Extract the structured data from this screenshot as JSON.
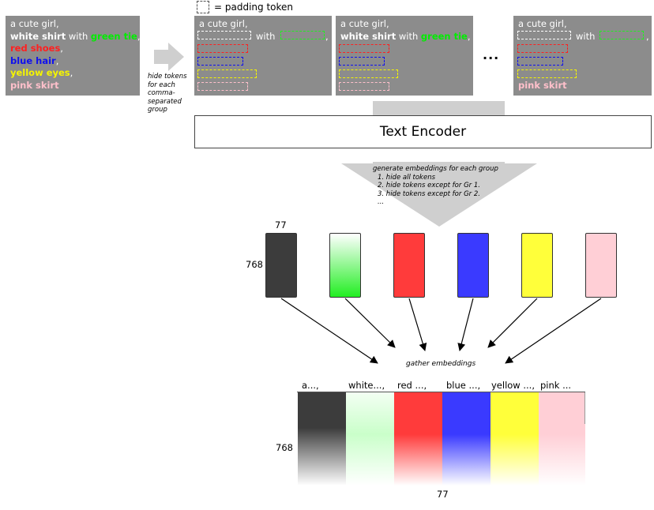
{
  "legend": {
    "text": "= padding token"
  },
  "prompt": {
    "line1": "a cute girl,",
    "white_shirt": "white shirt",
    "with": "with",
    "green_tie": "green tie",
    "comma": ",",
    "red_shoes": "red shoes",
    "blue_hair": "blue hair",
    "yellow_eyes": "yellow eyes",
    "pink_skirt": "pink skirt"
  },
  "hide_note": {
    "lines": [
      "hide tokens",
      "for each",
      "comma-",
      "separated",
      "group"
    ]
  },
  "ellipsis": "...",
  "encoder_label": "Text Encoder",
  "generate_note": {
    "lines": [
      "generate embeddings for each group",
      "1. hide all tokens",
      "2. hide tokens except for Gr 1.",
      "3. hide tokens except for Gr 2.",
      "..."
    ]
  },
  "small_dims": {
    "width": "77",
    "height": "768"
  },
  "gather_label": "gather embeddings",
  "group_labels": [
    "a...,",
    "white...,",
    "red ...,",
    "blue ...,",
    "yellow ...,",
    "pink ..."
  ],
  "big_dims": {
    "height": "768",
    "width": "77"
  },
  "colors": {
    "panel": "#8c8c8c",
    "black": "#3c3c3c",
    "green": "#22ee22",
    "red": "#ff3b3b",
    "blue": "#3a3aff",
    "yellow": "#ffff3a",
    "pink": "#ffcfd6"
  }
}
